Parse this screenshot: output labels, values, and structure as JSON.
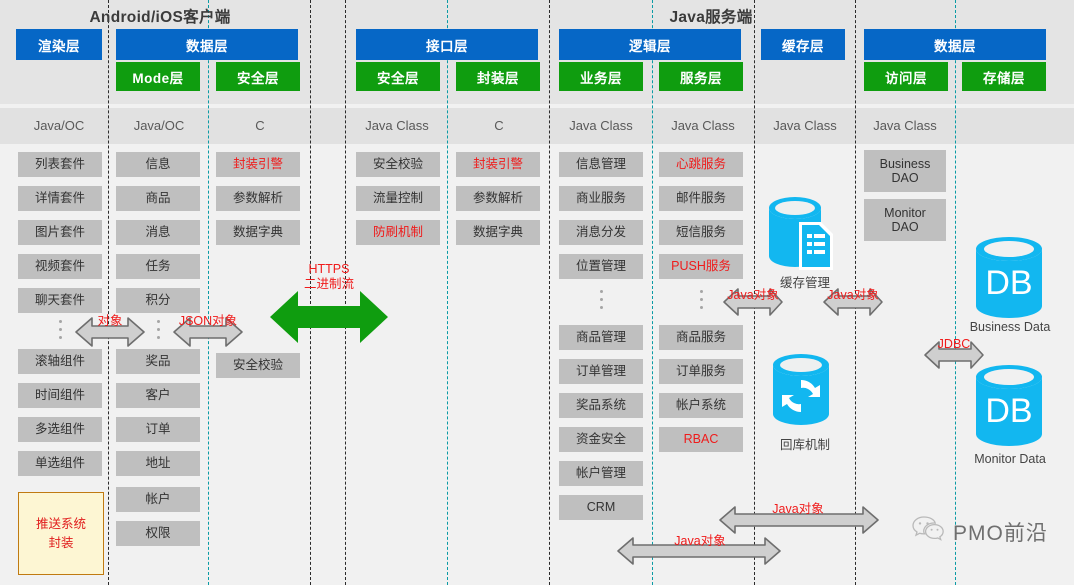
{
  "groups": {
    "client_title": "Android/iOS客户端",
    "server_title": "Java服务端"
  },
  "layers": {
    "client": [
      {
        "name": "渲染层",
        "sub": []
      },
      {
        "name": "数据层",
        "sub": [
          "Mode层",
          "安全层"
        ]
      }
    ],
    "server": [
      {
        "name": "接口层",
        "sub": [
          "安全层",
          "封装层"
        ]
      },
      {
        "name": "逻辑层",
        "sub": [
          "业务层",
          "服务层"
        ]
      },
      {
        "name": "缓存层",
        "sub": []
      },
      {
        "name": "数据层",
        "sub": [
          "访问层",
          "存储层"
        ]
      }
    ]
  },
  "languages": [
    "Java/OC",
    "Java/OC",
    "C",
    "Java Class",
    "C",
    "Java Class",
    "Java Class",
    "Java Class",
    "Java Class"
  ],
  "columns": {
    "render": [
      "列表套件",
      "详情套件",
      "图片套件",
      "视频套件",
      "聊天套件"
    ],
    "render_lower": [
      "滚轴组件",
      "时间组件",
      "多选组件",
      "单选组件"
    ],
    "render_special": "推送系统\n封装",
    "render_special_line1": "推送系统",
    "render_special_line2": "封装",
    "mode": [
      "信息",
      "商品",
      "消息",
      "任务",
      "积分"
    ],
    "mode_lower": [
      "奖品",
      "客户",
      "订单",
      "地址",
      "帐户",
      "权限"
    ],
    "client_security": [
      {
        "label": "封装引警",
        "red": true
      },
      {
        "label": "参数解析",
        "red": false
      },
      {
        "label": "数据字典",
        "red": false
      }
    ],
    "client_security_lower": [
      "安全校验"
    ],
    "api_security": [
      {
        "label": "安全校验",
        "red": false
      },
      {
        "label": "流量控制",
        "red": false
      },
      {
        "label": "防刷机制",
        "red": true
      }
    ],
    "api_pack": [
      {
        "label": "封装引警",
        "red": true
      },
      {
        "label": "参数解析",
        "red": false
      },
      {
        "label": "数据字典",
        "red": false
      }
    ],
    "business_upper": [
      "信息管理",
      "商业服务",
      "消息分发",
      "位置管理"
    ],
    "business_lower": [
      "商品管理",
      "订单管理",
      "奖品系统",
      "资金安全",
      "帐户管理",
      "CRM"
    ],
    "service_upper": [
      {
        "label": "心跳服务",
        "red": true
      },
      {
        "label": "邮件服务",
        "red": false
      },
      {
        "label": "短信服务",
        "red": false
      },
      {
        "label": "PUSH服务",
        "red": true
      }
    ],
    "service_lower": [
      {
        "label": "商品服务",
        "red": false
      },
      {
        "label": "订单服务",
        "red": false
      },
      {
        "label": "帐户系统",
        "red": false
      },
      {
        "label": "RBAC",
        "red": true
      }
    ],
    "dao": [
      "Business\nDAO",
      "Monitor\nDAO"
    ],
    "dao_1_line1": "Business",
    "dao_1_line2": "DAO",
    "dao_2_line1": "Monitor",
    "dao_2_line2": "DAO"
  },
  "icons": {
    "cache_label": "缓存管理",
    "sync_label": "回库机制",
    "db_text": "DB",
    "db_business_label": "Business Data",
    "db_monitor_label": "Monitor Data"
  },
  "arrows": {
    "object": "对象",
    "json_object": "JSON对象",
    "https_line1": "HTTPS",
    "https_line2": "二进制流",
    "java_object": "Java对象",
    "jdbc": "JDBC"
  },
  "brand": {
    "name": "PMO前沿",
    "icon": "wechat-icon"
  },
  "colors": {
    "blue": "#0667c6",
    "green": "#0f9d0f",
    "grey_box": "#bfbfbf",
    "red_text": "#ef1b1b",
    "cyan_db": "#12b7f0",
    "band_header": "#e4e4e4",
    "band_lang": "#e1e1e1",
    "body_bg": "#f1f1f1",
    "yellow_fill": "#fdf6d3",
    "yellow_border": "#c07a11"
  }
}
